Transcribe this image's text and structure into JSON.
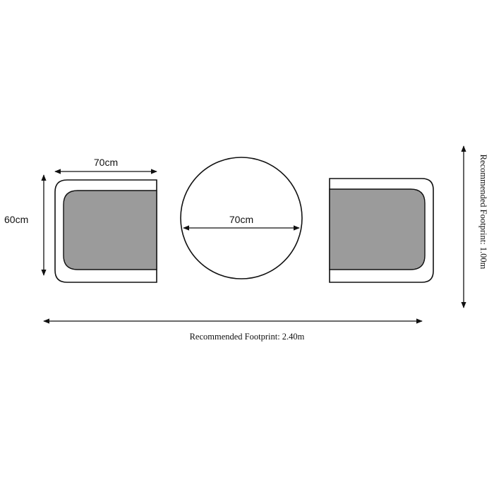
{
  "colors": {
    "background": "#ffffff",
    "line": "#111111",
    "cushion": "#9b9b9b"
  },
  "chair_left": {
    "width_label": "70cm",
    "depth_label": "60cm"
  },
  "table": {
    "diameter_label": "70cm"
  },
  "footprint": {
    "width_label": "Recommended Footprint: 2.40m",
    "depth_label": "Recommended Footprint: 1.00m"
  }
}
